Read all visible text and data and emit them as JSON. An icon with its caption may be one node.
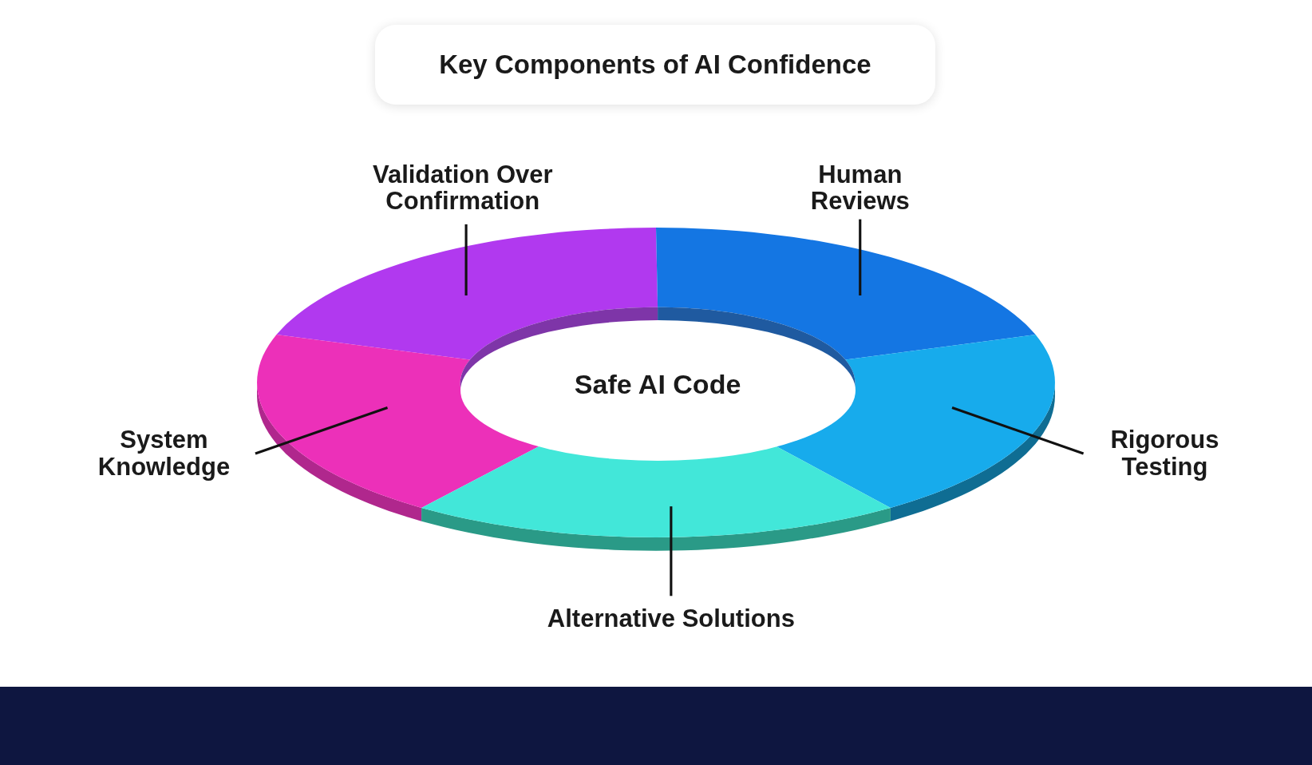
{
  "diagram": {
    "title": "Key Components of AI Confidence",
    "nodes": [
      {
        "text": [
          "Validation Over Confirmation"
        ]
      },
      {
        "text": [
          "Human Reviews"
        ]
      },
      {
        "text": [],
        "shape": "segment"
      },
      {
        "text": [],
        "shape": "segment"
      },
      {
        "text": [],
        "shape": "segment"
      },
      {
        "text": [
          "Safe AI Code"
        ]
      },
      {
        "text": [],
        "shape": "segment"
      },
      {
        "text": [],
        "shape": "segment"
      },
      {
        "text": [
          "System Knowledge"
        ]
      },
      {
        "text": [
          "Rigorous Testing"
        ]
      },
      {
        "text": [
          "Alternative Solutions"
        ]
      }
    ],
    "edges": [
      {
        "from": 0,
        "to": 2,
        "arrow": "none"
      },
      {
        "from": 1,
        "to": 3,
        "arrow": "none"
      },
      {
        "from": 8,
        "to": 4,
        "arrow": "none"
      },
      {
        "from": 9,
        "to": 6,
        "arrow": "none"
      },
      {
        "from": 10,
        "to": 7,
        "arrow": "none"
      }
    ]
  }
}
